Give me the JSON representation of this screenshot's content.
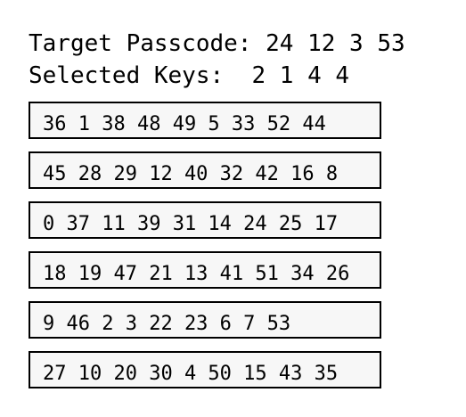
{
  "header": {
    "target_label": "Target Passcode:",
    "target_value": "24 12 3 53",
    "selected_label": "Selected Keys:",
    "selected_value": "2 1 4 4"
  },
  "rows": [
    "36 1 38 48 49 5 33 52 44",
    "45 28 29 12 40 32 42 16 8",
    "0 37 11 39 31 14 24 25 17",
    "18 19 47 21 13 41 51 34 26",
    "9 46 2 3 22 23 6 7 53",
    "27 10 20 30 4 50 15 43 35"
  ]
}
